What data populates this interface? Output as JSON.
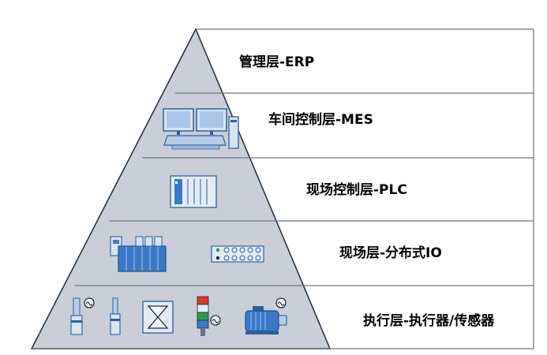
{
  "pyramid": {
    "colors": {
      "fill": "#c9ced8",
      "edge": "#1f2a36",
      "divider": "#6b7380",
      "device_blue": "#3a78c9",
      "device_light": "#d7e4f3"
    },
    "layers": [
      {
        "label": "管理层-ERP",
        "icons": []
      },
      {
        "label": "车间控制层-MES",
        "icons": [
          "workstation-icon"
        ]
      },
      {
        "label": "现场控制层-PLC",
        "icons": [
          "plc-icon"
        ]
      },
      {
        "label": "现场层-分布式IO",
        "icons": [
          "distributed-io-icon",
          "io-module-icon"
        ]
      },
      {
        "label": "执行层-执行器/传感器",
        "icons": [
          "proximity-sensor-icon",
          "sensor-icon",
          "valve-icon",
          "signal-tower-icon",
          "motor-icon"
        ]
      }
    ]
  }
}
